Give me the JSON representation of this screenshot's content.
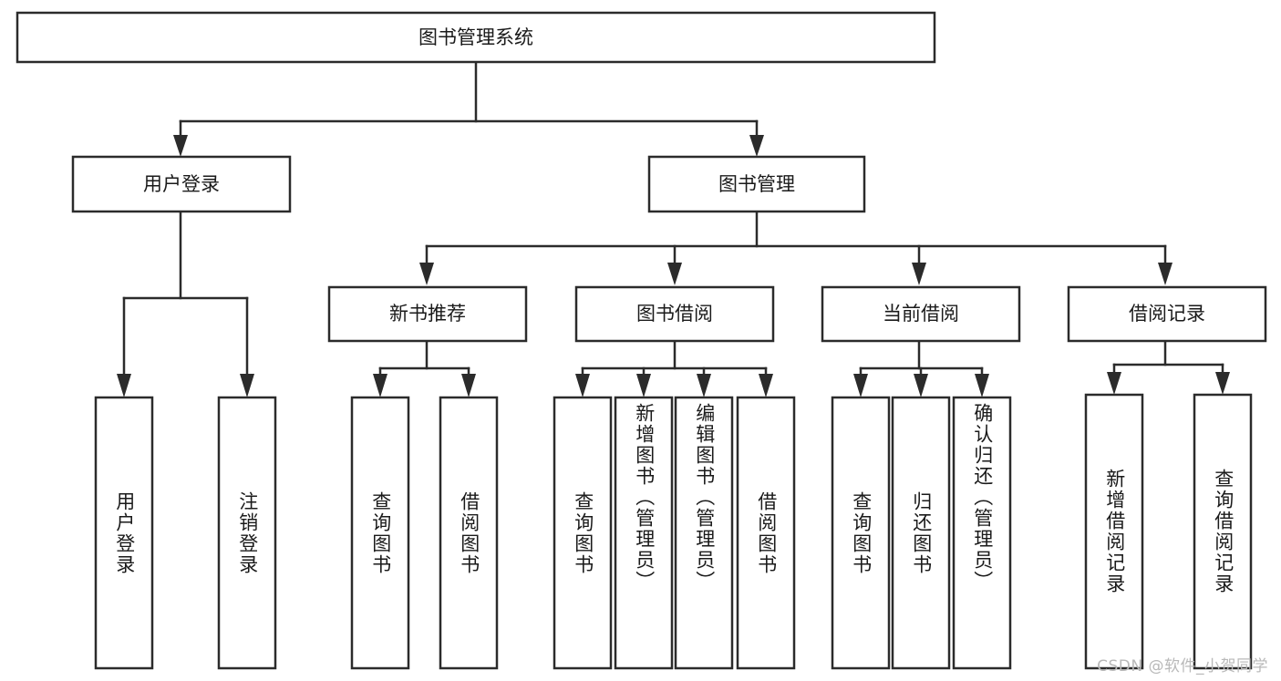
{
  "diagram": {
    "type": "tree",
    "title": "图书管理系统",
    "orientation": "top-down",
    "watermark": "CSDN @软件_小贺同学",
    "colors": {
      "stroke": "#2b2b2b",
      "fill": "#ffffff",
      "text": "#1a1a1a",
      "watermark": "#b9b9b9"
    },
    "root": {
      "id": "root",
      "label": "图书管理系统"
    },
    "level2": [
      {
        "id": "user-login",
        "label": "用户登录"
      },
      {
        "id": "book-manage",
        "label": "图书管理"
      }
    ],
    "level3": [
      {
        "id": "new-book-rec",
        "label": "新书推荐",
        "parent": "book-manage"
      },
      {
        "id": "book-borrow",
        "label": "图书借阅",
        "parent": "book-manage"
      },
      {
        "id": "current-borrow",
        "label": "当前借阅",
        "parent": "book-manage"
      },
      {
        "id": "borrow-record",
        "label": "借阅记录",
        "parent": "book-manage"
      }
    ],
    "leaves": [
      {
        "id": "leaf-user-login",
        "label": "用户登录",
        "parent": "user-login"
      },
      {
        "id": "leaf-user-logout",
        "label": "注销登录",
        "parent": "user-login"
      },
      {
        "id": "leaf-query-book-1",
        "label": "查询图书",
        "parent": "new-book-rec"
      },
      {
        "id": "leaf-borrow-book-1",
        "label": "借阅图书",
        "parent": "new-book-rec"
      },
      {
        "id": "leaf-query-book-2",
        "label": "查询图书",
        "parent": "book-borrow"
      },
      {
        "id": "leaf-add-book",
        "label": "新增图书（管理员）",
        "parent": "book-borrow"
      },
      {
        "id": "leaf-edit-book",
        "label": "编辑图书（管理员）",
        "parent": "book-borrow"
      },
      {
        "id": "leaf-borrow-book-2",
        "label": "借阅图书",
        "parent": "book-borrow"
      },
      {
        "id": "leaf-query-book-3",
        "label": "查询图书",
        "parent": "current-borrow"
      },
      {
        "id": "leaf-return-book",
        "label": "归还图书",
        "parent": "current-borrow"
      },
      {
        "id": "leaf-confirm-return",
        "label": "确认归还（管理员）",
        "parent": "current-borrow"
      },
      {
        "id": "leaf-add-record",
        "label": "新增借阅记录",
        "parent": "borrow-record"
      },
      {
        "id": "leaf-query-record",
        "label": "查询借阅记录",
        "parent": "borrow-record"
      }
    ]
  }
}
